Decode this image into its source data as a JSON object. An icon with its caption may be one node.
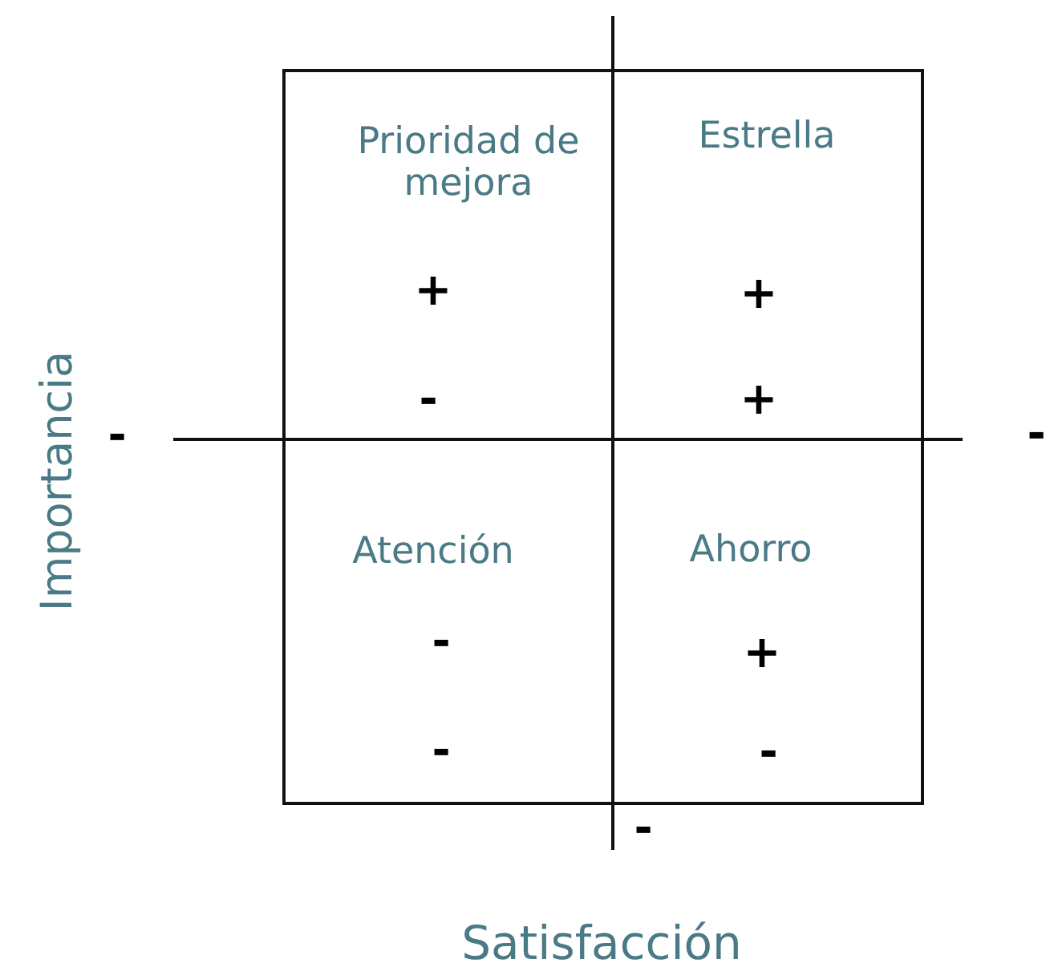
{
  "diagram": {
    "nodes": [
      {
        "text": [
          "Prioridad de mejora",
          "+",
          "-"
        ]
      },
      {
        "text": [
          "Estrella",
          "+",
          "+"
        ]
      },
      {
        "text": [
          "Atención",
          "-",
          "-"
        ]
      },
      {
        "text": [
          "Ahorro",
          "+",
          "-"
        ]
      }
    ],
    "labels": [
      "Importancia",
      "-",
      "-",
      "-",
      "Satisfacción"
    ]
  }
}
